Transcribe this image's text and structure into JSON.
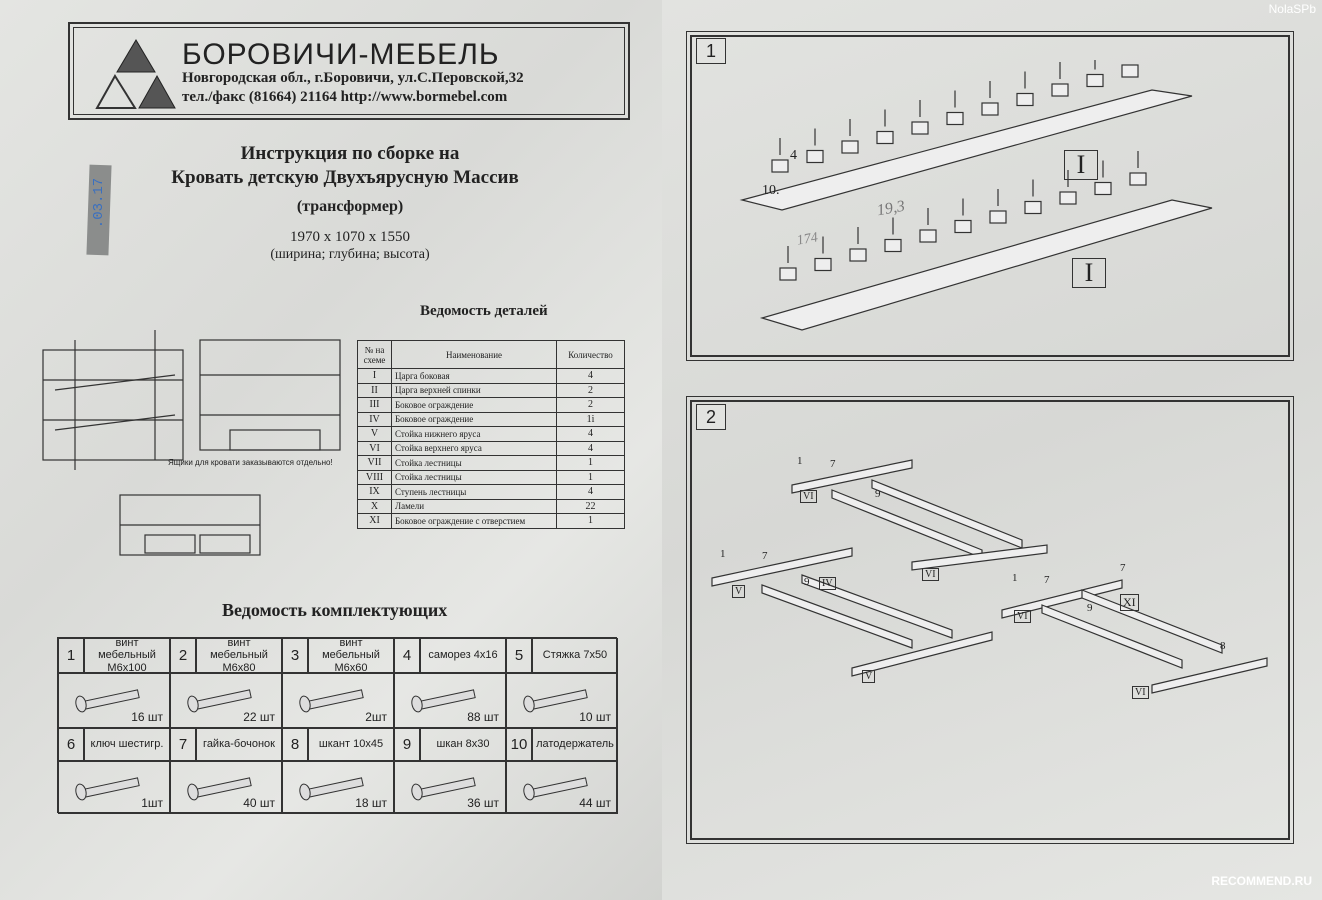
{
  "header": {
    "brand": "БОРОВИЧИ-МЕБЕЛЬ",
    "address": "Новгородская обл., г.Боровичи, ул.С.Перовской,32",
    "contact": "тел./факс (81664) 21164   http://www.bormebel.com"
  },
  "title": {
    "line1": "Инструкция по сборке на",
    "line2": "Кровать детскую Двухъярусную Массив",
    "line3": "(трансформер)",
    "dimensions": "1970 x 1070 x 1550",
    "dimensions_legend": "(ширина;  глубина;  высота)"
  },
  "stamp_date": ".03.17",
  "drawer_note": "Ящики для кровати заказываются отдельно!",
  "parts": {
    "title": "Ведомость деталей",
    "headers": [
      "№ на схеме",
      "Наименование",
      "Количество"
    ],
    "rows": [
      [
        "I",
        "Царга боковая",
        "4"
      ],
      [
        "II",
        "Царга верхней спинки",
        "2"
      ],
      [
        "III",
        "Боковое ограждение",
        "2"
      ],
      [
        "IV",
        "Боковое ограждение",
        "1i"
      ],
      [
        "V",
        "Стойка нижнего яруса",
        "4"
      ],
      [
        "VI",
        "Стойка верхнего яруса",
        "4"
      ],
      [
        "VII",
        "Стойка лестницы",
        "1"
      ],
      [
        "VIII",
        "Стойка лестницы",
        "1"
      ],
      [
        "IX",
        "Ступень лестницы",
        "4"
      ],
      [
        "X",
        "Ламели",
        "22"
      ],
      [
        "XI",
        "Боковое ограждение с отверстием",
        "1"
      ]
    ]
  },
  "components": {
    "title": "Ведомость комплектующих",
    "items": [
      {
        "num": "1",
        "name": "винт мебельный М6х100",
        "count": "16 шт"
      },
      {
        "num": "2",
        "name": "винт мебельный М6х80",
        "count": "22 шт"
      },
      {
        "num": "3",
        "name": "винт мебельный М6х60",
        "count": "2шт"
      },
      {
        "num": "4",
        "name": "саморез 4х16",
        "count": "88 шт"
      },
      {
        "num": "5",
        "name": "Стяжка 7х50",
        "count": "10 шт"
      },
      {
        "num": "6",
        "name": "ключ шестигр.",
        "count": "1шт"
      },
      {
        "num": "7",
        "name": "гайка-бочонок",
        "count": "40 шт"
      },
      {
        "num": "8",
        "name": "шкант 10х45",
        "count": "18 шт"
      },
      {
        "num": "9",
        "name": "шкан 8х30",
        "count": "36 шт"
      },
      {
        "num": "10",
        "name": "латодержатель",
        "count": "44 шт"
      }
    ]
  },
  "steps": {
    "step1": {
      "num": "1",
      "label_part": "I",
      "callout_a": "4",
      "callout_b": "10.",
      "handwritten": "19,3",
      "handwritten2": "174"
    },
    "step2": {
      "num": "2",
      "c1": "1",
      "c7": "7",
      "c9": "9",
      "c8": "8",
      "rV": "V",
      "rVI": "VI",
      "rIV": "IV",
      "rXI": "XI"
    }
  },
  "watermarks": {
    "top": "NolaSPb",
    "bottom": "RECOMMEND.RU"
  }
}
